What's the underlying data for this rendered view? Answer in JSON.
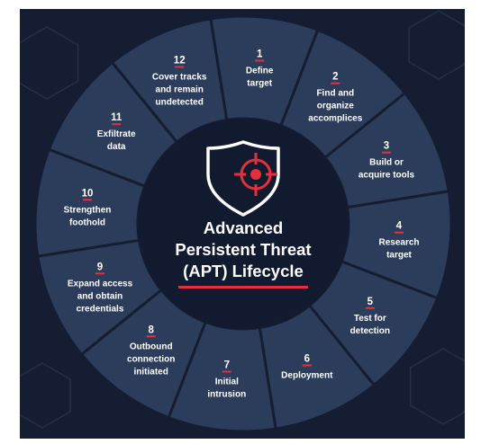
{
  "title_lines": [
    "Advanced",
    "Persistent Threat",
    "(APT) Lifecycle"
  ],
  "steps": [
    {
      "number": "1",
      "lines": [
        "Define",
        "target"
      ]
    },
    {
      "number": "2",
      "lines": [
        "Find and",
        "organize",
        "accomplices"
      ]
    },
    {
      "number": "3",
      "lines": [
        "Build or",
        "acquire tools"
      ]
    },
    {
      "number": "4",
      "lines": [
        "Research",
        "target"
      ]
    },
    {
      "number": "5",
      "lines": [
        "Test for",
        "detection"
      ]
    },
    {
      "number": "6",
      "lines": [
        "Deployment"
      ]
    },
    {
      "number": "7",
      "lines": [
        "Initial",
        "intrusion"
      ]
    },
    {
      "number": "8",
      "lines": [
        "Outbound",
        "connection",
        "initiated"
      ]
    },
    {
      "number": "9",
      "lines": [
        "Expand access",
        "and obtain",
        "credentials"
      ]
    },
    {
      "number": "10",
      "lines": [
        "Strengthen",
        "foothold"
      ]
    },
    {
      "number": "11",
      "lines": [
        "Exfiltrate",
        "data"
      ]
    },
    {
      "number": "12",
      "lines": [
        "Cover tracks",
        "and remain",
        "undetected"
      ]
    }
  ],
  "icon": "shield-crosshair-icon",
  "colors": {
    "background": "#141d31",
    "segment": "#2c3d5c",
    "segment_border": "#141d31",
    "center": "#111a2e",
    "accent": "#e5303c",
    "text": "#ffffff"
  }
}
